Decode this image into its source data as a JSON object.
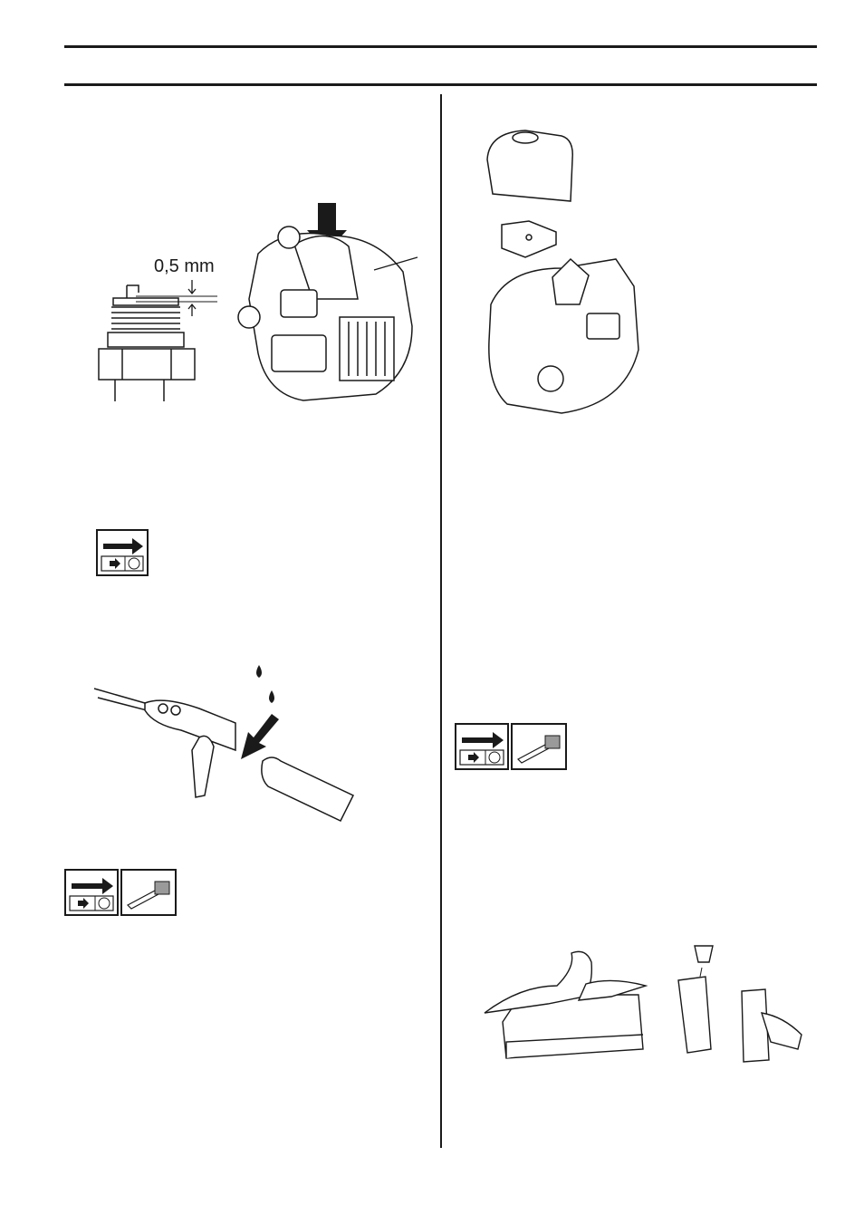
{
  "spark_plug_illustration": {
    "gap_label": "0,5 mm"
  },
  "symbols": [
    {
      "name": "maintenance-interval",
      "icons": [
        "arrow-icon",
        "stop-icon"
      ]
    },
    {
      "name": "maintenance-interval-with-brush",
      "icons": [
        "arrow-icon",
        "stop-icon",
        "brush-icon"
      ]
    },
    {
      "name": "maintenance-interval-with-brush",
      "icons": [
        "arrow-icon",
        "stop-icon",
        "brush-icon"
      ]
    }
  ],
  "colors": {
    "ink": "#1a1a1a",
    "paper": "#ffffff",
    "grey": "#9a9a9a"
  }
}
